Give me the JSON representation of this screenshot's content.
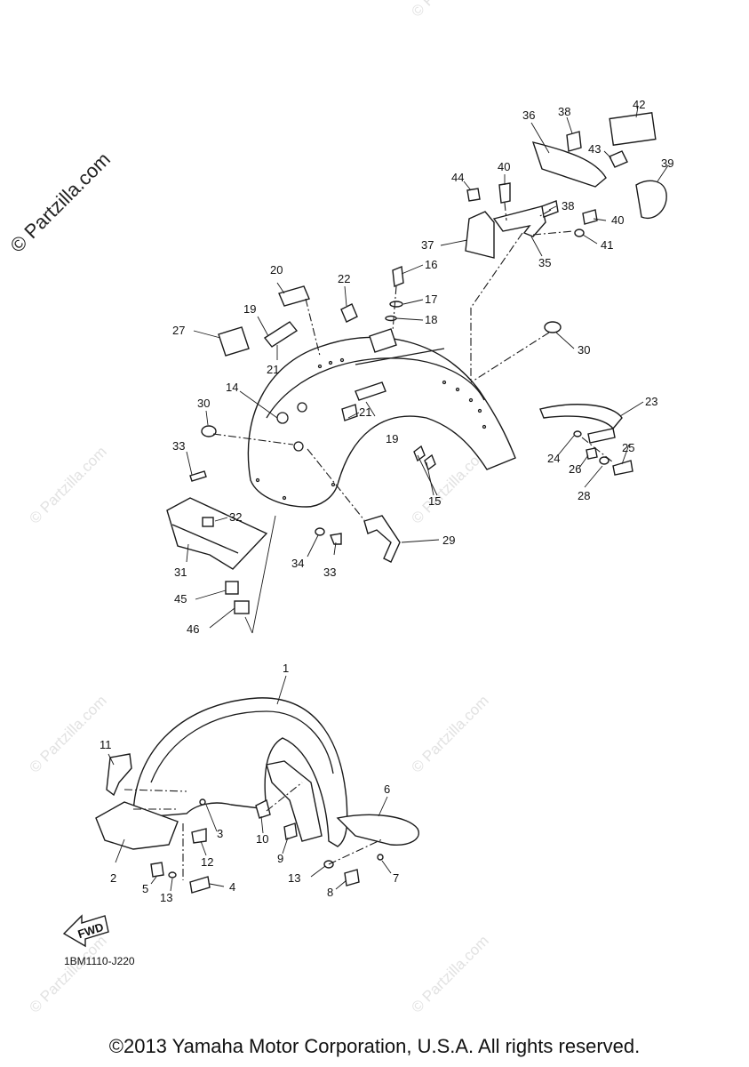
{
  "watermark": {
    "main_text": "© Partzilla.com",
    "repeat_text": "© Partzilla.com"
  },
  "diagram_code": "1BM1110-J220",
  "copyright": "©2013 Yamaha Motor Corporation, U.S.A. All rights reserved.",
  "fwd_label": "FWD",
  "part_labels": [
    "1",
    "2",
    "3",
    "4",
    "5",
    "6",
    "7",
    "8",
    "9",
    "10",
    "11",
    "12",
    "13",
    "13",
    "14",
    "15",
    "16",
    "17",
    "18",
    "19",
    "19",
    "20",
    "21",
    "21",
    "22",
    "23",
    "24",
    "25",
    "26",
    "27",
    "28",
    "29",
    "30",
    "30",
    "31",
    "32",
    "33",
    "33",
    "34",
    "35",
    "36",
    "37",
    "38",
    "38",
    "39",
    "40",
    "40",
    "41",
    "42",
    "43",
    "44",
    "45",
    "46"
  ],
  "colors": {
    "line": "#1a1a1a",
    "background": "#ffffff",
    "watermark": "#e2e2e2"
  }
}
